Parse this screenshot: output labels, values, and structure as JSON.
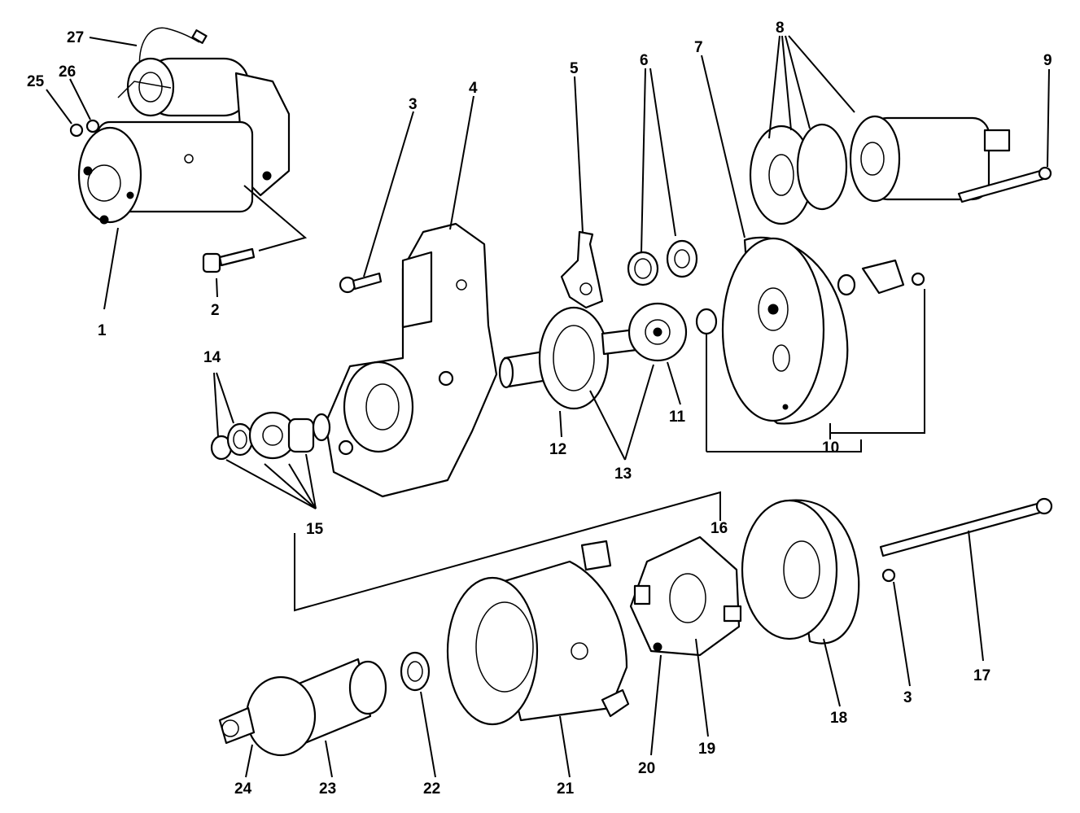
{
  "callouts": [
    {
      "id": "c27",
      "label": "27"
    },
    {
      "id": "c25",
      "label": "25"
    },
    {
      "id": "c26",
      "label": "26"
    },
    {
      "id": "c1",
      "label": "1"
    },
    {
      "id": "c2",
      "label": "2"
    },
    {
      "id": "c3a",
      "label": "3"
    },
    {
      "id": "c4",
      "label": "4"
    },
    {
      "id": "c5",
      "label": "5"
    },
    {
      "id": "c6",
      "label": "6"
    },
    {
      "id": "c7",
      "label": "7"
    },
    {
      "id": "c8",
      "label": "8"
    },
    {
      "id": "c9",
      "label": "9"
    },
    {
      "id": "c14",
      "label": "14"
    },
    {
      "id": "c15",
      "label": "15"
    },
    {
      "id": "c12",
      "label": "12"
    },
    {
      "id": "c13",
      "label": "13"
    },
    {
      "id": "c11",
      "label": "11"
    },
    {
      "id": "c10",
      "label": "10"
    },
    {
      "id": "c16",
      "label": "16"
    },
    {
      "id": "c17",
      "label": "17"
    },
    {
      "id": "c3b",
      "label": "3"
    },
    {
      "id": "c18",
      "label": "18"
    },
    {
      "id": "c19",
      "label": "19"
    },
    {
      "id": "c20",
      "label": "20"
    },
    {
      "id": "c21",
      "label": "21"
    },
    {
      "id": "c22",
      "label": "22"
    },
    {
      "id": "c23",
      "label": "23"
    },
    {
      "id": "c24",
      "label": "24"
    }
  ]
}
